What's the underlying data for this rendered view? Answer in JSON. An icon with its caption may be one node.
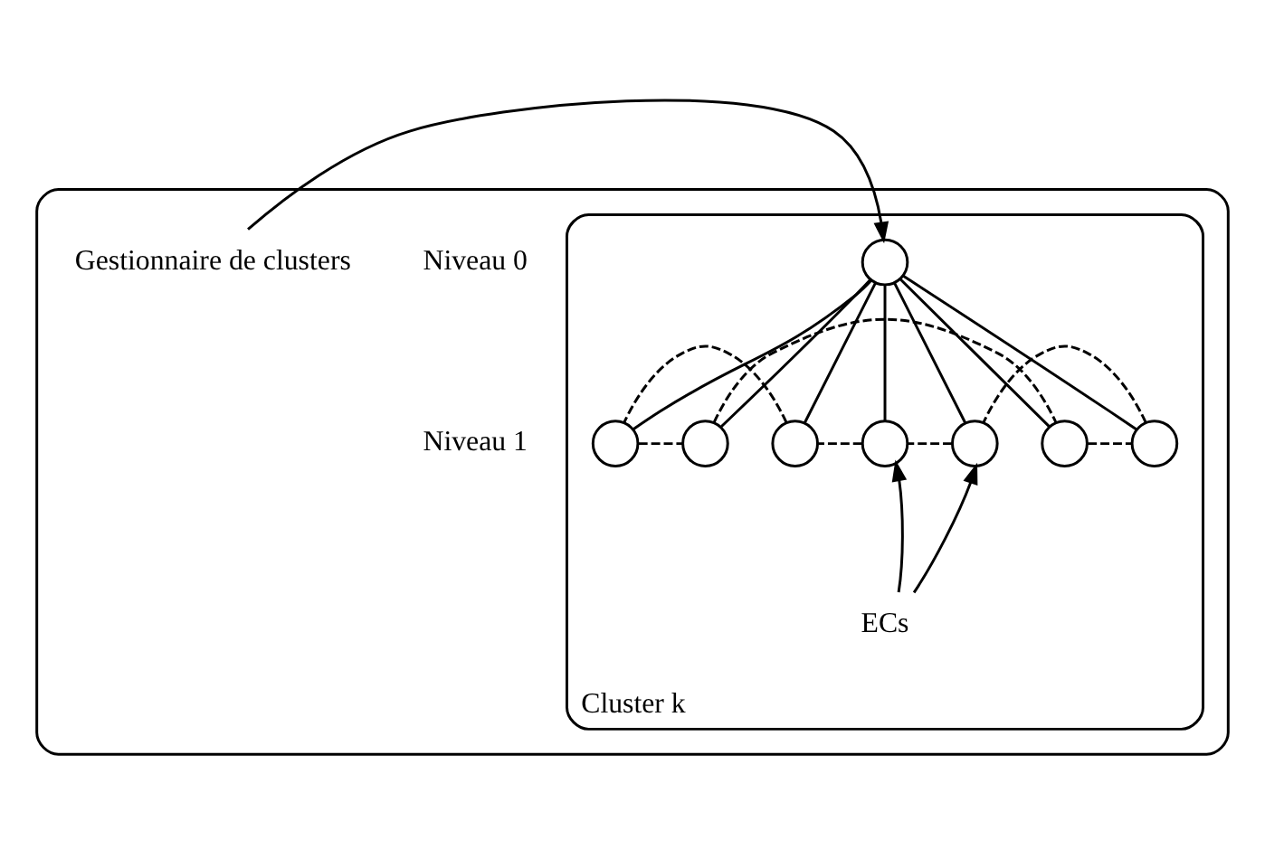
{
  "diagram": {
    "nodes": [
      {
        "text": [],
        "shape": "box"
      },
      {
        "text": [
          "Cluster k"
        ],
        "in": 0
      },
      {
        "text": [],
        "shape": "circle",
        "in": 1
      },
      {
        "text": [],
        "shape": "circle",
        "in": 1
      },
      {
        "text": [],
        "shape": "circle",
        "in": 1
      },
      {
        "text": [],
        "shape": "circle",
        "in": 1
      },
      {
        "text": [],
        "shape": "circle",
        "in": 1
      },
      {
        "text": [],
        "shape": "circle",
        "in": 1
      },
      {
        "text": [],
        "shape": "circle",
        "in": 1
      },
      {
        "text": [],
        "shape": "circle",
        "in": 1
      },
      {
        "text": [
          "Gestionnaire de clusters"
        ],
        "in": 0
      },
      {
        "text": [
          "ECs"
        ],
        "in": 1
      }
    ],
    "edges": [
      {
        "from": 2,
        "to": 3,
        "arrow": "none"
      },
      {
        "from": 2,
        "to": 4,
        "arrow": "none"
      },
      {
        "from": 2,
        "to": 5,
        "arrow": "none"
      },
      {
        "from": 2,
        "to": 6,
        "arrow": "none"
      },
      {
        "from": 2,
        "to": 7,
        "arrow": "none"
      },
      {
        "from": 2,
        "to": 8,
        "arrow": "none"
      },
      {
        "from": 2,
        "to": 9,
        "arrow": "none"
      },
      {
        "from": 3,
        "to": 4,
        "arrow": "none",
        "style": "dashed"
      },
      {
        "from": 4,
        "to": 8,
        "arrow": "none",
        "style": "dashed"
      },
      {
        "from": 8,
        "to": 9,
        "arrow": "none",
        "style": "dashed"
      },
      {
        "from": 9,
        "to": 7,
        "arrow": "none",
        "style": "dashed"
      },
      {
        "from": 7,
        "to": 6,
        "arrow": "none",
        "style": "dashed"
      },
      {
        "from": 6,
        "to": 5,
        "arrow": "none",
        "style": "dashed"
      },
      {
        "from": 5,
        "to": 3,
        "arrow": "none",
        "style": "dashed"
      },
      {
        "from": 10,
        "to": 2,
        "arrow": "to"
      },
      {
        "from": 11,
        "to": 6,
        "arrow": "to"
      },
      {
        "from": 11,
        "to": 7,
        "arrow": "to"
      }
    ],
    "labels": [
      "Niveau 0",
      "Niveau 1"
    ]
  }
}
